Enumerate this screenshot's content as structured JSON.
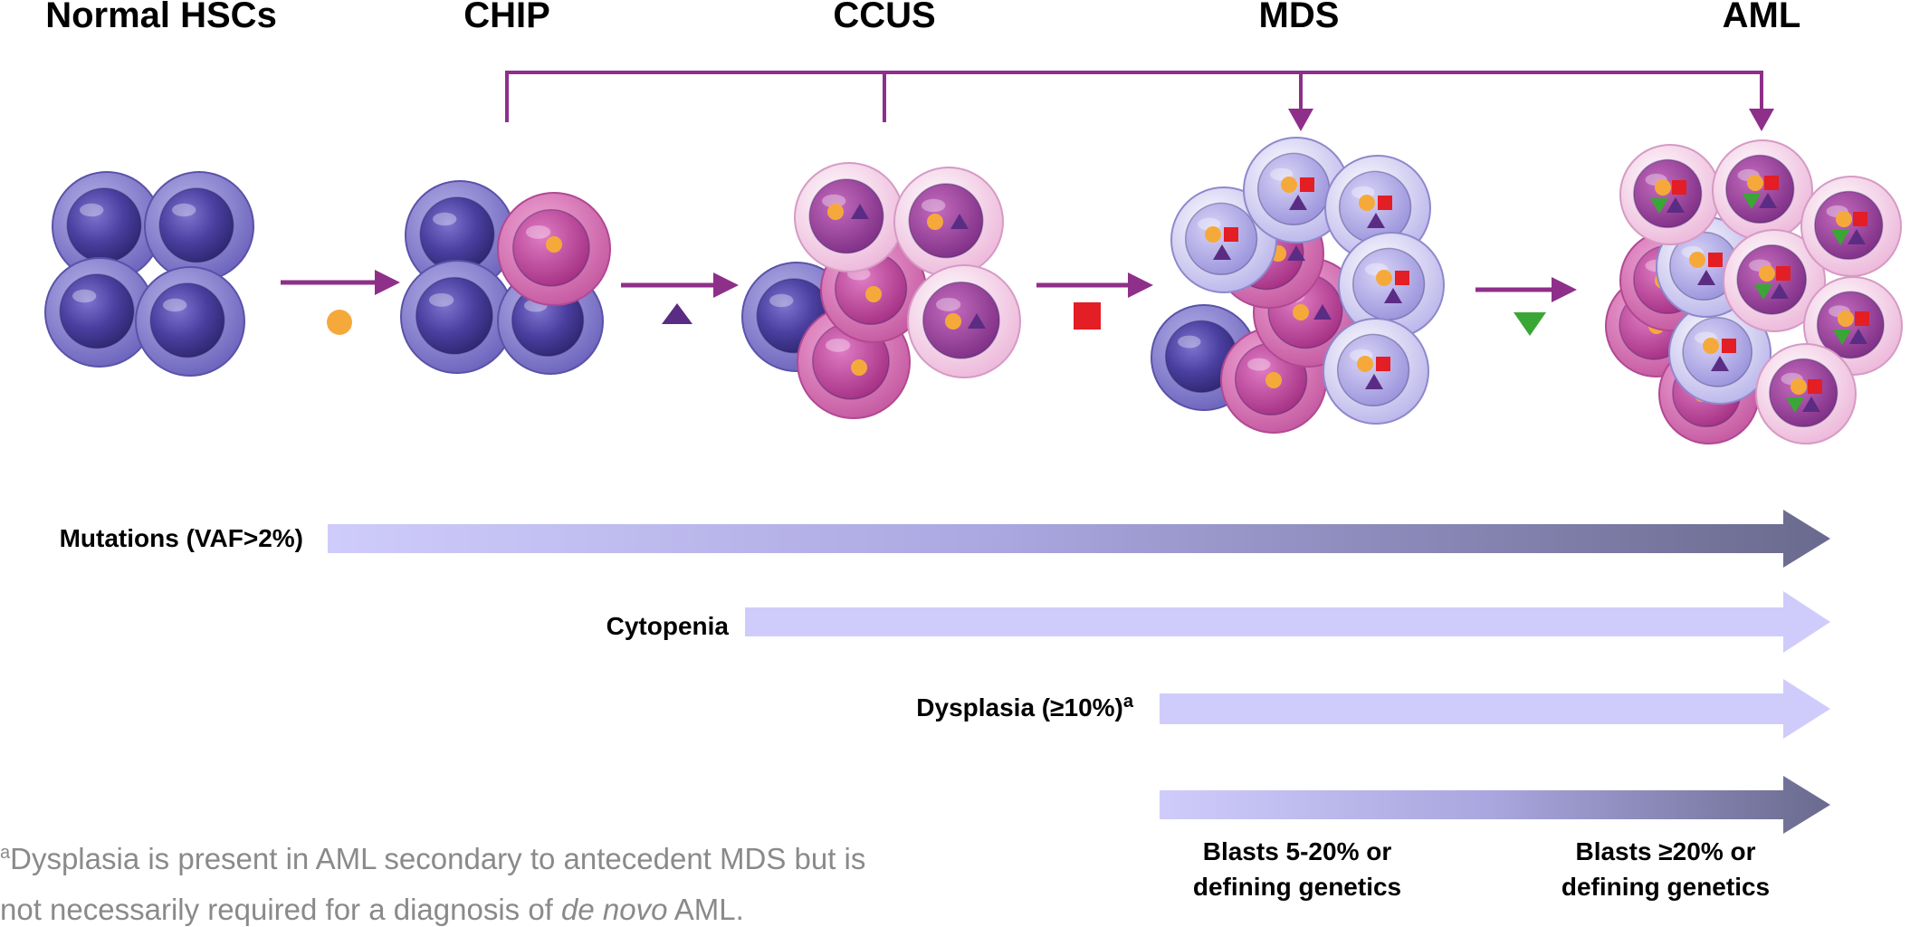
{
  "stages": [
    {
      "label": "Normal HSCs"
    },
    {
      "label": "CHIP"
    },
    {
      "label": "CCUS"
    },
    {
      "label": "MDS"
    },
    {
      "label": "AML"
    }
  ],
  "transitions": [
    {
      "marker": "orange-circle"
    },
    {
      "marker": "purple-triangle"
    },
    {
      "marker": "red-square"
    },
    {
      "marker": "green-triangle-down"
    }
  ],
  "rows": {
    "mutations": "Mutations (VAF>2%)",
    "cytopenia": "Cytopenia",
    "dysplasia": "Dysplasia (≥10%)",
    "dysplasia_sup": "a"
  },
  "blasts": {
    "mds_line1": "Blasts 5-20% or",
    "mds_line2": "defining genetics",
    "aml_line1": "Blasts ≥20% or",
    "aml_line2": "defining genetics"
  },
  "footnote": {
    "marker": "a",
    "line1": "Dysplasia is present in AML secondary to antecedent MDS but is",
    "line2_pre": "not necessarily required for a diagnosis of ",
    "line2_italic": "de novo",
    "line2_post": " AML."
  },
  "colors": {
    "bracket": "#8e2f8a",
    "arrow": "#8e2f8a",
    "orange": "#f6a93b",
    "purple_marker": "#5b2c83",
    "red": "#e31e24",
    "green": "#3aa635",
    "bar_light": "#cfccfb",
    "bar_dark": "#6e6e92"
  }
}
